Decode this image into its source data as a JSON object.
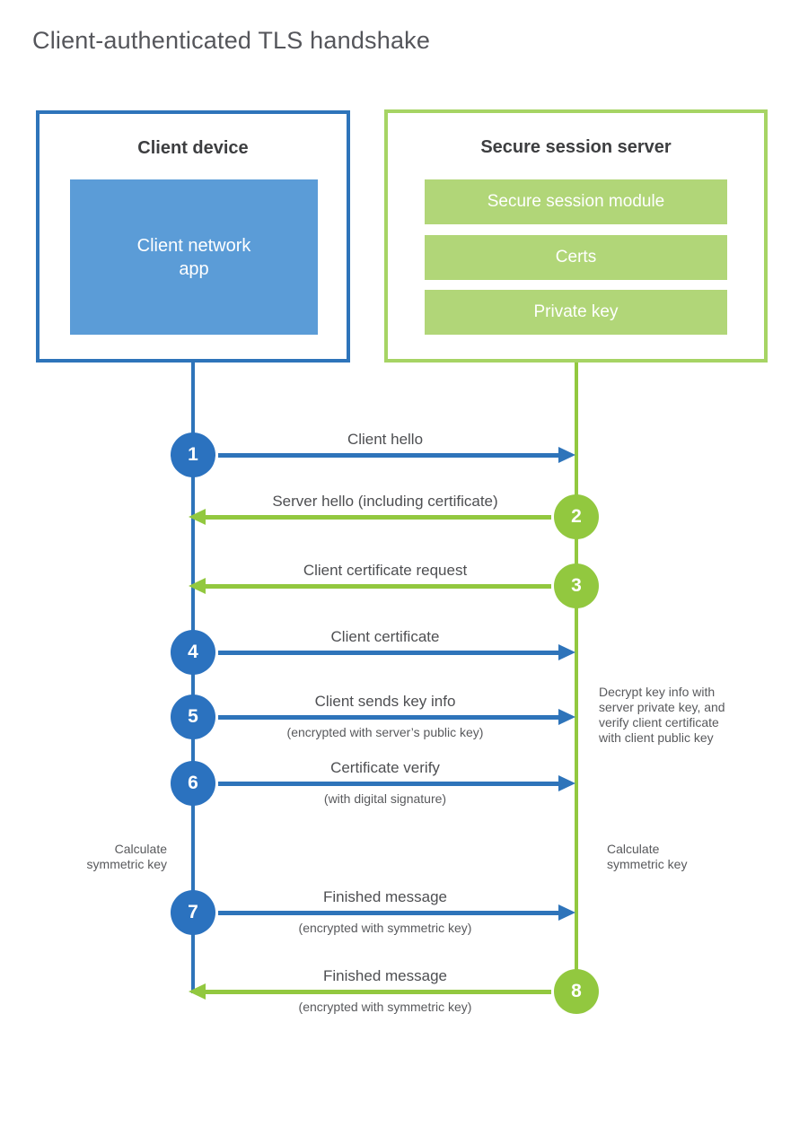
{
  "title": "Client-authenticated TLS handshake",
  "client_device": {
    "title": "Client device",
    "app_label": "Client network\napp"
  },
  "server": {
    "title": "Secure session server",
    "modules": [
      "Secure session module",
      "Certs",
      "Private key"
    ]
  },
  "messages": [
    {
      "step": "1",
      "from": "client",
      "to": "server",
      "label": "Client hello",
      "sub": ""
    },
    {
      "step": "2",
      "from": "server",
      "to": "client",
      "label": "Server hello (including certificate)",
      "sub": ""
    },
    {
      "step": "3",
      "from": "server",
      "to": "client",
      "label": "Client certificate request",
      "sub": ""
    },
    {
      "step": "4",
      "from": "client",
      "to": "server",
      "label": "Client certificate",
      "sub": ""
    },
    {
      "step": "5",
      "from": "client",
      "to": "server",
      "label": "Client sends key info",
      "sub": "(encrypted with server’s public key)"
    },
    {
      "step": "6",
      "from": "client",
      "to": "server",
      "label": "Certificate verify",
      "sub": "(with digital signature)"
    },
    {
      "step": "7",
      "from": "client",
      "to": "server",
      "label": "Finished message",
      "sub": "(encrypted with symmetric key)"
    },
    {
      "step": "8",
      "from": "server",
      "to": "client",
      "label": "Finished message",
      "sub": "(encrypted with symmetric key)"
    }
  ],
  "annotations": {
    "decrypt_note": "Decrypt key info with\nserver private key, and\nverify client certificate\nwith client public key",
    "calc_left": "Calculate\nsymmetric key",
    "calc_right": "Calculate\nsymmetric key"
  },
  "colors": {
    "blue": "#2e74ba",
    "blue_fill": "#5b9cd7",
    "green": "#92c83f",
    "green_border": "#a6d464",
    "green_fill": "#b1d678"
  }
}
